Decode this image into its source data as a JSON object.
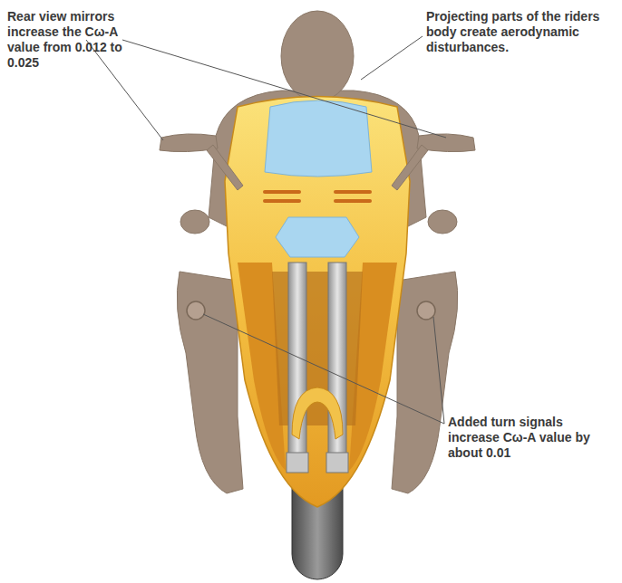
{
  "diagram": {
    "labels": [
      "Rear view mirrors increase the Cω-A value from 0.012 to 0.025",
      "Projecting parts of the riders body create aerodynamic disturbances.",
      "Added turn signals increase Cω-A value by about 0.01"
    ]
  }
}
